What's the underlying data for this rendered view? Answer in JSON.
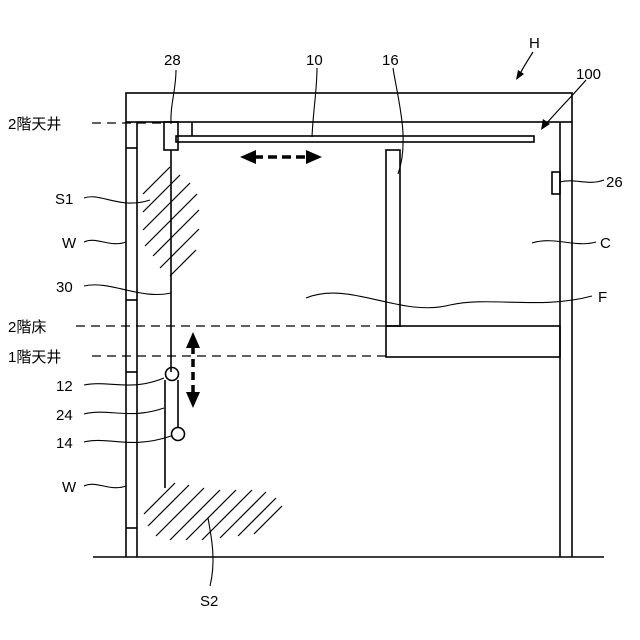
{
  "labels": {
    "house": "H",
    "device": "100",
    "rail": "10",
    "wall_panel": "16",
    "hook": "28",
    "sensor": "26",
    "pulley_upper": "12",
    "pulley_lower": "14",
    "cord": "24",
    "rope": "30",
    "space_upper": "S1",
    "space_lower": "S2",
    "wall_upper": "W",
    "wall_lower": "W",
    "ceiling_area": "C",
    "floor_area": "F",
    "ceiling_2f": "2階天井",
    "floor_2f": "2階床",
    "ceiling_1f": "1階天井"
  }
}
